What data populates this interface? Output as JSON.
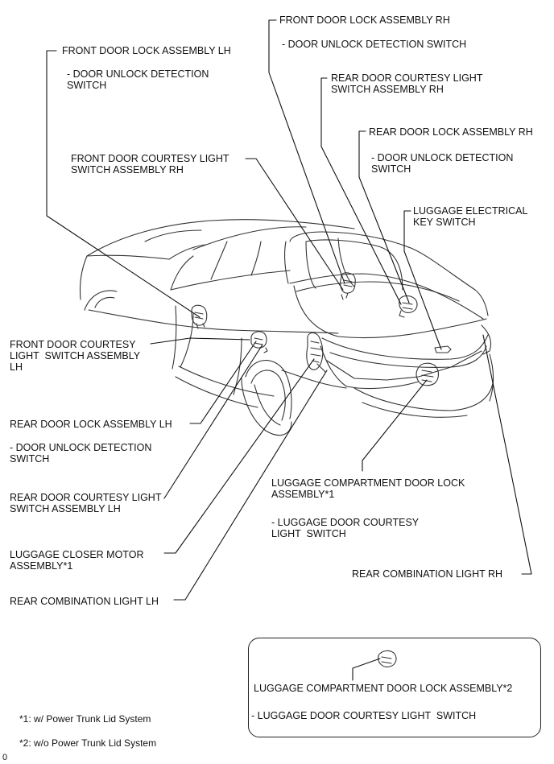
{
  "labels": {
    "front_lock_rh": "FRONT DOOR LOCK ASSEMBLY RH",
    "front_lock_rh_sub": "- DOOR UNLOCK DETECTION SWITCH",
    "front_lock_lh": "FRONT DOOR LOCK ASSEMBLY LH",
    "front_lock_lh_sub": "- DOOR UNLOCK DETECTION\nSWITCH",
    "rear_courtesy_rh": "REAR DOOR COURTESY LIGHT\nSWITCH ASSEMBLY RH",
    "rear_lock_rh": "REAR DOOR LOCK ASSEMBLY RH",
    "rear_lock_rh_sub": "- DOOR UNLOCK DETECTION\nSWITCH",
    "front_courtesy_rh": "FRONT DOOR COURTESY LIGHT\nSWITCH ASSEMBLY RH",
    "luggage_key_switch": "LUGGAGE ELECTRICAL\nKEY SWITCH",
    "front_courtesy_lh": "FRONT DOOR COURTESY\nLIGHT  SWITCH ASSEMBLY\nLH",
    "rear_lock_lh": "REAR DOOR LOCK ASSEMBLY LH",
    "rear_lock_lh_sub": "- DOOR UNLOCK DETECTION\nSWITCH",
    "rear_courtesy_lh": "REAR DOOR COURTESY LIGHT\nSWITCH ASSEMBLY LH",
    "luggage_closer": "LUGGAGE CLOSER MOTOR\nASSEMBLY*1",
    "rear_combo_lh": "REAR COMBINATION LIGHT LH",
    "luggage_lock_1": "LUGGAGE COMPARTMENT DOOR LOCK\nASSEMBLY*1",
    "luggage_lock_1_sub": "- LUGGAGE DOOR COURTESY\nLIGHT  SWITCH",
    "rear_combo_rh": "REAR COMBINATION LIGHT RH",
    "luggage_lock_2": "LUGGAGE COMPARTMENT DOOR LOCK ASSEMBLY*2",
    "luggage_lock_2_sub": "- LUGGAGE DOOR COURTESY LIGHT  SWITCH"
  },
  "footnotes": {
    "note1": "*1: w/ Power Trunk Lid System",
    "note2": "*2: w/o Power Trunk Lid System"
  },
  "figure_id": "0"
}
